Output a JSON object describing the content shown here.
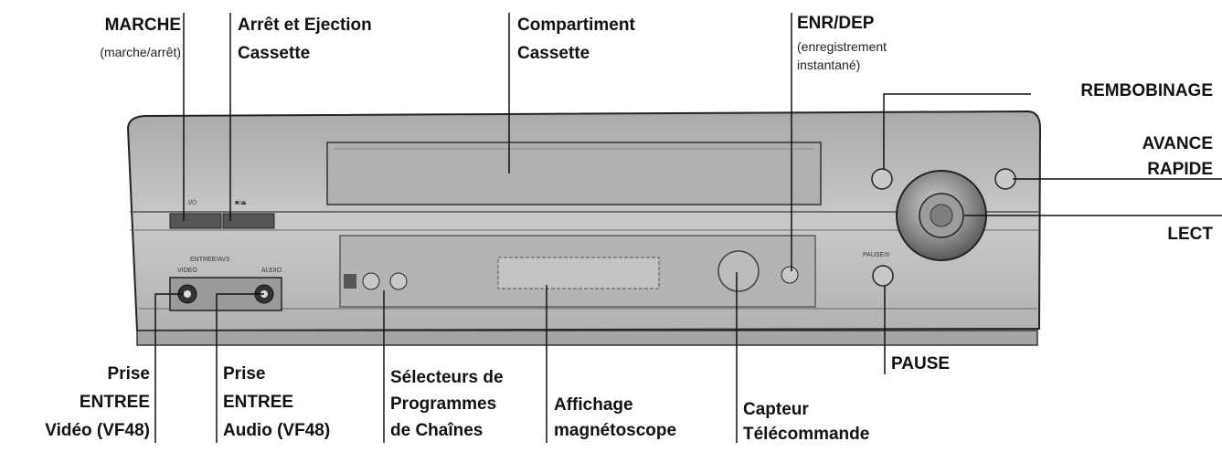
{
  "labels": {
    "marche": {
      "title": "MARCHE",
      "sub": "(marche/arrêt)"
    },
    "arret_ejection": {
      "line1": "Arrêt et Ejection",
      "line2": "Cassette"
    },
    "compartiment": {
      "line1": "Compartiment",
      "line2": "Cassette"
    },
    "enr_dep": {
      "title": "ENR/DEP",
      "sub1": "(enregistrement",
      "sub2": "instantané)"
    },
    "rembobinage": "REMBOBINAGE",
    "avance_rapide": {
      "line1": "AVANCE",
      "line2": "RAPIDE"
    },
    "lect": "LECT",
    "pause": "PAUSE",
    "prise_video": {
      "line1": "Prise",
      "line2": "ENTREE",
      "line3": "Vidéo (VF48)"
    },
    "prise_audio": {
      "line1": "Prise",
      "line2": "ENTREE",
      "line3": "Audio (VF48)"
    },
    "selecteurs": {
      "line1": "Sélecteurs de",
      "line2": "Programmes",
      "line3": "de Chaînes"
    },
    "affichage": {
      "line1": "Affichage",
      "line2": "magnétoscope"
    },
    "capteur": {
      "line1": "Capteur",
      "line2": "Télécommande"
    }
  },
  "device_markings": {
    "entree_av": "ENTREE/AV3",
    "video": "VIDEO",
    "audio": "AUDIO",
    "pause_btn": "PAUSE/II",
    "power_symbol": "I/⏻",
    "eject_symbol": "■/⏏"
  },
  "colors": {
    "line": "#111111",
    "body": "#c4c4c4",
    "panel": "#b6b6b6",
    "dark": "#4a4a4a"
  }
}
